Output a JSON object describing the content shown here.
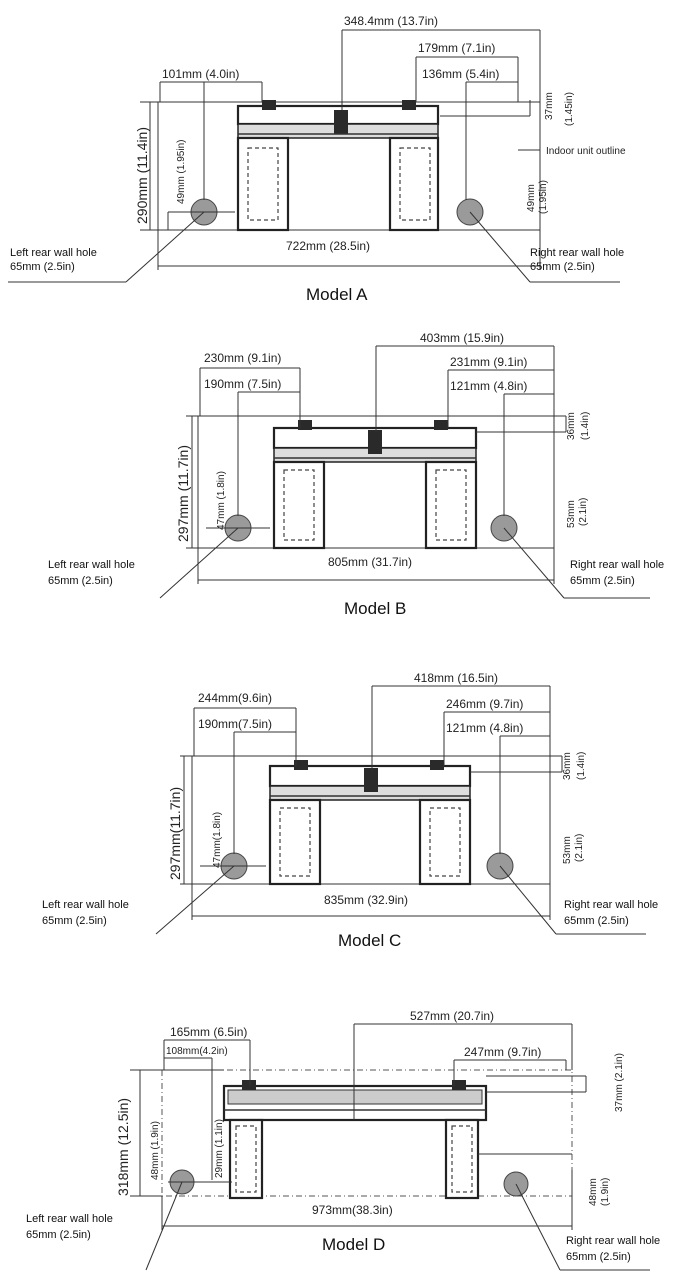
{
  "models": {
    "a": {
      "title": "Model A",
      "top_dim": "348.4mm (13.7in)",
      "right_dim1": "179mm (7.1in)",
      "right_dim2": "136mm (5.4in)",
      "left_dim": "101mm (4.0in)",
      "height_dim": "290mm (11.4in)",
      "left_small": "49mm (1.95in)",
      "right_small_a": "49mm",
      "right_small_b": "(1.95in)",
      "top_right_a": "37mm",
      "top_right_b": "(1.45in)",
      "width_dim": "722mm (28.5in)",
      "outline_label": "Indoor unit outline",
      "left_hole_1": "Left rear wall hole",
      "left_hole_2": "65mm (2.5in)",
      "right_hole_1": "Right rear wall hole",
      "right_hole_2": "65mm (2.5in)"
    },
    "b": {
      "title": "Model B",
      "top_dim": "403mm (15.9in)",
      "left_dim1": "230mm (9.1in)",
      "left_dim2": "190mm (7.5in)",
      "right_dim1": "231mm (9.1in)",
      "right_dim2": "121mm (4.8in)",
      "height_dim": "297mm (11.7in)",
      "left_small": "47mm (1.8in)",
      "right_small_a": "53mm",
      "right_small_b": "(2.1in)",
      "top_right_a": "36mm",
      "top_right_b": "(1.4in)",
      "width_dim": "805mm (31.7in)",
      "left_hole_1": "Left rear wall hole",
      "left_hole_2": "65mm (2.5in)",
      "right_hole_1": "Right rear wall hole",
      "right_hole_2": "65mm (2.5in)"
    },
    "c": {
      "title": "Model C",
      "top_dim": "418mm (16.5in)",
      "left_dim1": "244mm(9.6in)",
      "left_dim2": "190mm(7.5in)",
      "right_dim1": "246mm (9.7in)",
      "right_dim2": "121mm (4.8in)",
      "height_dim": "297mm(11.7in)",
      "left_small": "47mm(1.8in)",
      "right_small_a": "53mm",
      "right_small_b": "(2.1in)",
      "top_right_a": "36mm",
      "top_right_b": "(1.4in)",
      "width_dim": "835mm (32.9in)",
      "left_hole_1": "Left rear wall hole",
      "left_hole_2": "65mm (2.5in)",
      "right_hole_1": "Right rear wall hole",
      "right_hole_2": "65mm (2.5in)"
    },
    "d": {
      "title": "Model D",
      "top_dim": "527mm (20.7in)",
      "left_dim1": "165mm (6.5in)",
      "left_dim2": "108mm(4.2in)",
      "right_dim1": "247mm (9.7in)",
      "height_dim": "318mm (12.5in)",
      "left_small": "48mm (1.9in)",
      "left_small2": "29mm (1.1in)",
      "right_small_a": "48mm",
      "right_small_b": "(1.9in)",
      "top_right": "37mm (2.1in)",
      "width_dim": "973mm(38.3in)",
      "left_hole_1": "Left rear wall hole",
      "left_hole_2": "65mm (2.5in)",
      "right_hole_1": "Right rear wall hole",
      "right_hole_2": "65mm (2.5in)"
    }
  }
}
